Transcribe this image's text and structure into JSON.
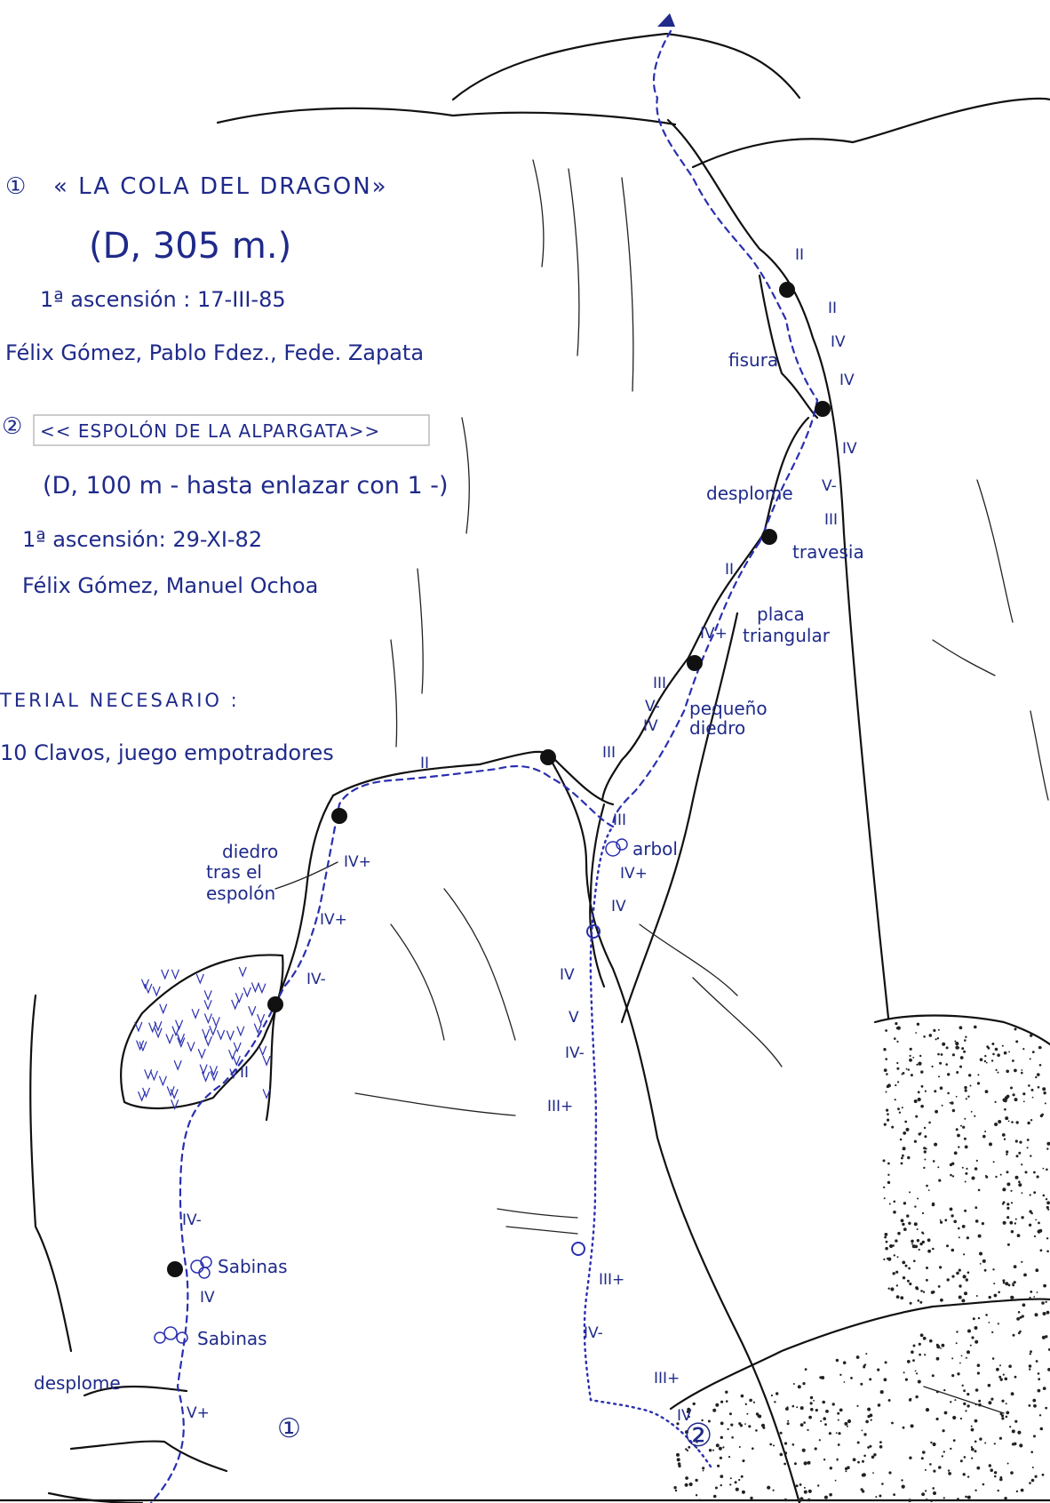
{
  "route1": {
    "number": "①",
    "name": "« LA COLA DEL DRAGON»",
    "grade_length": "(D, 305 m.)",
    "first_ascent": "1ª ascensión : 17-III-85",
    "climbers": "Félix Gómez, Pablo Fdez., Fede. Zapata"
  },
  "route2": {
    "number": "②",
    "name": "<< ESPOLÓN DE LA ALPARGATA>>",
    "grade_length": "(D, 100 m - hasta enlazar con 1 -)",
    "first_ascent": "1ª ascensión: 29-XI-82",
    "climbers": "Félix Gómez, Manuel Ochoa"
  },
  "material": {
    "heading": "TERIAL NECESARIO :",
    "items": "10 Clavos, juego empotradores"
  },
  "labels": {
    "fisura": "fisura",
    "desplome_upper": "desplome",
    "travesia": "travesia",
    "placa": "placa",
    "triangular": "triangular",
    "pequeno": "pequeño",
    "diedro_small": "diedro",
    "arbol": "arbol",
    "diedro": "diedro",
    "tras_el": "tras el",
    "espolon": "espolón",
    "sabinas_1": "Sabinas",
    "sabinas_2": "Sabinas",
    "desplome_lower": "desplome",
    "start_1": "①",
    "start_2": "②"
  },
  "grades": {
    "g_ii_top": "II",
    "g_ii_2": "II",
    "g_iv_1": "IV",
    "g_iv_2": "IV",
    "g_iv_3": "IV",
    "g_vminus_top": "V-",
    "g_iii_top": "III",
    "g_ii_trav": "II",
    "g_ivplus_placa": "IV+",
    "g_iii_mid": "III",
    "g_vminus_mid": "V-",
    "g_iv_mid": "IV",
    "g_iii_ridge": "III",
    "g_ii_ridge": "II",
    "g_iii_arbol": "III",
    "g_ivplus_arbol": "IV+",
    "g_iv_arbol": "IV",
    "g_iv_r2a": "IV",
    "g_v_r2": "V",
    "g_ivminus_r2": "IV-",
    "g_iiiplus_r2": "III+",
    "g_iiiplus_r2b": "III+",
    "g_ivminus_r2b": "IV-",
    "g_iiiplus_r2c": "III+",
    "g_iv_r2c": "IV",
    "g_ivplus_1": "IV+",
    "g_ivplus_2": "IV+",
    "g_ivminus_1": "IV-",
    "g_ii_1": "II",
    "g_ivminus_2": "IV-",
    "g_iv_sab": "IV",
    "g_vplus": "V+"
  },
  "colors": {
    "ink": "#1f2a8a",
    "rock": "#111111",
    "route": "#2a2fb0"
  }
}
